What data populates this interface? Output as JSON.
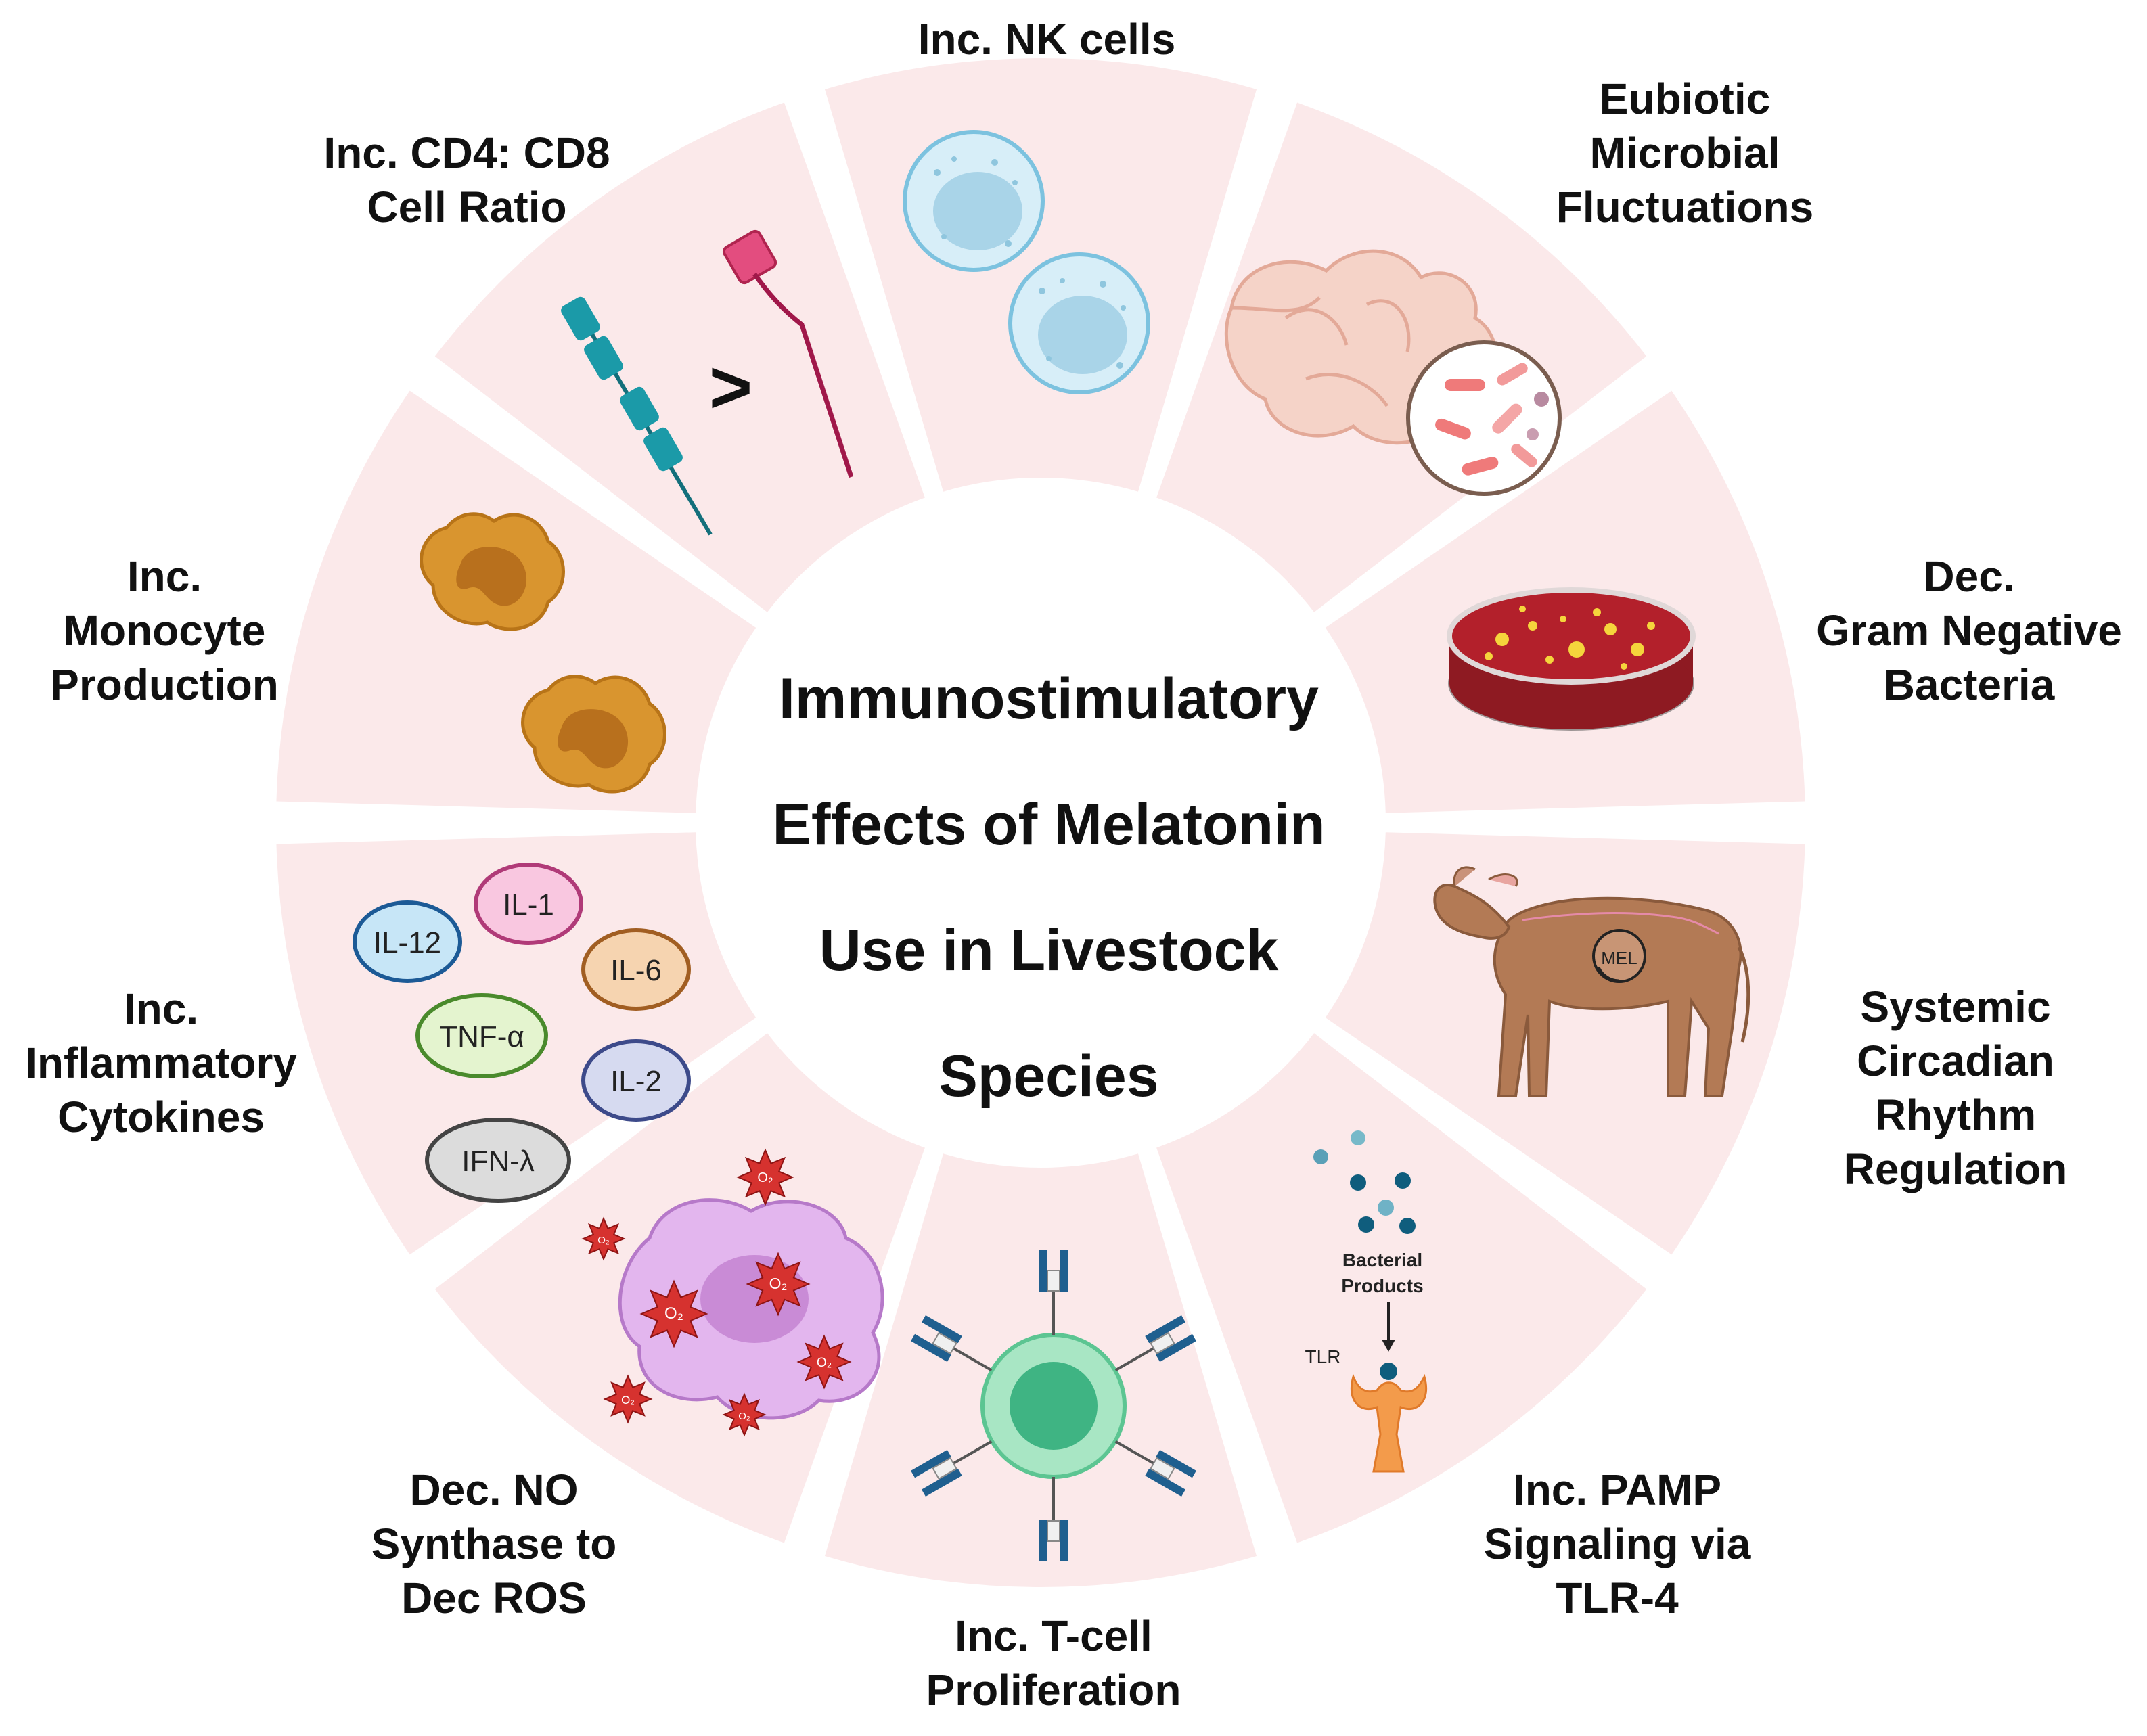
{
  "center_title": [
    "Immunostimulatory",
    "Effects of Melatonin",
    "Use in Livestock",
    "Species"
  ],
  "segments": [
    {
      "id": "nk",
      "label": [
        "Inc. NK cells"
      ]
    },
    {
      "id": "microbial",
      "label": [
        "Eubiotic",
        "Microbial",
        "Fluctuations"
      ]
    },
    {
      "id": "gram",
      "label": [
        "Dec.",
        "Gram Negative",
        "Bacteria"
      ]
    },
    {
      "id": "circadian",
      "label": [
        "Systemic",
        "Circadian",
        "Rhythm",
        "Regulation"
      ]
    },
    {
      "id": "pamp",
      "label": [
        "Inc. PAMP",
        "Signaling via",
        "TLR-4"
      ]
    },
    {
      "id": "tcell",
      "label": [
        "Inc. T-cell",
        "Proliferation"
      ]
    },
    {
      "id": "no",
      "label": [
        "Dec. NO",
        "Synthase to",
        "Dec ROS"
      ]
    },
    {
      "id": "cytokines",
      "label": [
        "Inc.",
        "Inflammatory",
        "Cytokines"
      ]
    },
    {
      "id": "monocyte",
      "label": [
        "Inc.",
        "Monocyte",
        "Production"
      ]
    },
    {
      "id": "cd4cd8",
      "label": [
        "Inc. CD4: CD8",
        "Cell Ratio"
      ]
    }
  ],
  "cd4_cd8_symbol": ">",
  "cytokines": [
    "IL-1",
    "IL-12",
    "IL-6",
    "TNF-α",
    "IL-2",
    "IFN-λ"
  ],
  "pamp_icon": {
    "bacterial_products": [
      "Bacterial",
      "Products"
    ],
    "tlr": "TLR"
  },
  "cow_icon": {
    "clock_text": "MEL"
  },
  "ros_text": "O₂",
  "colors": {
    "segment_fill": "#fbe9ea",
    "gap": "#ffffff",
    "nk_cell": "#bfe0ef",
    "monocyte": "#d9952f",
    "cd8": "#1b9aa8",
    "cd4": "#c2185b",
    "tcell": "#6fd0a3",
    "antibody": "#1f5f8f",
    "macrophage": "#d59de3",
    "ros": "#d6322f",
    "tlr": "#f39b4b",
    "petri": "#b3202b",
    "cow": "#b37a55"
  }
}
